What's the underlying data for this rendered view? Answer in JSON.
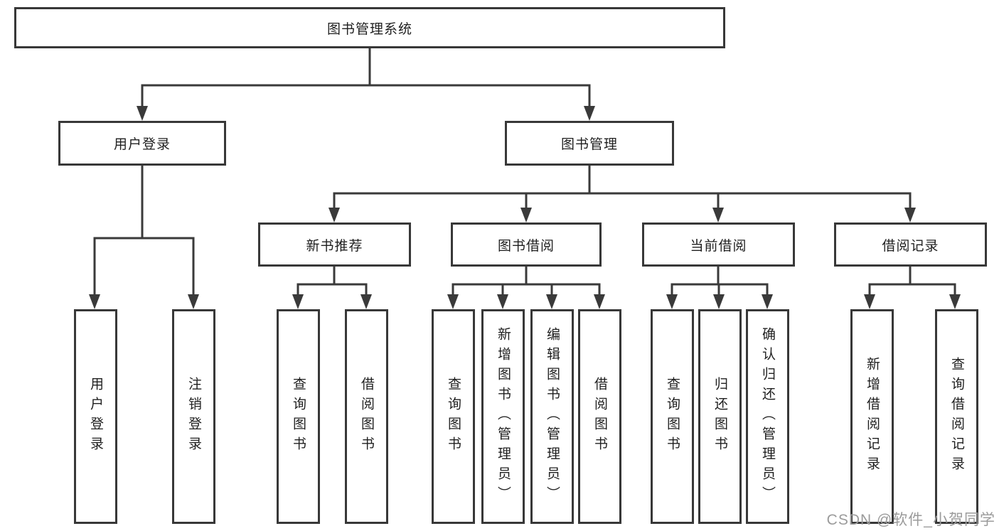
{
  "diagram": {
    "root": {
      "label": "图书管理系统"
    },
    "level1": [
      {
        "label": "用户登录"
      },
      {
        "label": "图书管理"
      }
    ],
    "level2": [
      {
        "label": "新书推荐"
      },
      {
        "label": "图书借阅"
      },
      {
        "label": "当前借阅"
      },
      {
        "label": "借阅记录"
      }
    ],
    "leaves": {
      "user_login": [
        {
          "label": "用户登录"
        },
        {
          "label": "注销登录"
        }
      ],
      "new_books": [
        {
          "label": "查询图书"
        },
        {
          "label": "借阅图书"
        }
      ],
      "book_borrow": [
        {
          "label": "查询图书"
        },
        {
          "label": "新增图书（管理员）"
        },
        {
          "label": "编辑图书（管理员）"
        },
        {
          "label": "借阅图书"
        }
      ],
      "current_borrow": [
        {
          "label": "查询图书"
        },
        {
          "label": "归还图书"
        },
        {
          "label": "确认归还（管理员）"
        }
      ],
      "borrow_records": [
        {
          "label": "新增借阅记录"
        },
        {
          "label": "查询借阅记录"
        }
      ]
    },
    "watermark": "CSDN @软件_小贺同学",
    "colors": {
      "border": "#383838",
      "line": "#3a3a3a",
      "text": "#1f1f1f",
      "watermark": "#9b9b9b",
      "background": "#ffffff"
    }
  }
}
